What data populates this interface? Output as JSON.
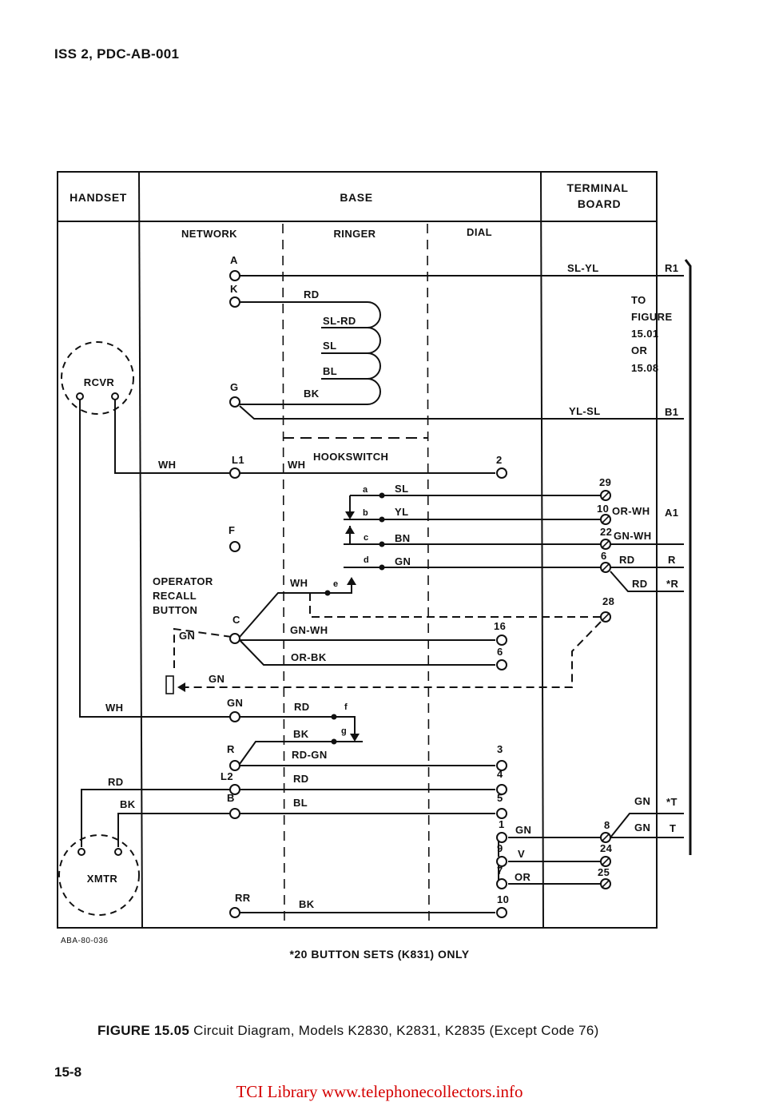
{
  "header": {
    "doc_id": "ISS 2, PDC-AB-001"
  },
  "sections": {
    "handset": "HANDSET",
    "base": "BASE",
    "terminal_line1": "TERMINAL",
    "terminal_line2": "BOARD",
    "network": "NETWORK",
    "ringer": "RINGER",
    "dial": "DIAL"
  },
  "components": {
    "rcvr": "RCVR",
    "xmtr": "XMTR",
    "hookswitch": "HOOKSWITCH",
    "operator_line1": "OPERATOR",
    "operator_line2": "RECALL",
    "operator_line3": "BUTTON"
  },
  "network_terminals": {
    "A": "A",
    "K": "K",
    "G": "G",
    "L1": "L1",
    "F": "F",
    "C": "C",
    "GN": "GN",
    "R": "R",
    "L2": "L2",
    "B": "B",
    "RR": "RR"
  },
  "wire_labels": {
    "rd_k": "RD",
    "sl_rd": "SL-RD",
    "sl": "SL",
    "bl": "BL",
    "bk_g": "BK",
    "sl_yl": "SL-YL",
    "yl_sl": "YL-SL",
    "wh_rcvr": "WH",
    "wh_l1": "WH",
    "sw_sl": "SL",
    "sw_yl": "YL",
    "sw_bn": "BN",
    "sw_gn": "GN",
    "sw_wh": "WH",
    "gn_c": "GN",
    "gn_wh": "GN-WH",
    "or_bk": "OR-BK",
    "gn_arrow": "GN",
    "wh_gn": "WH",
    "rd_f": "RD",
    "bk_g2": "BK",
    "rd_gn": "RD-GN",
    "rd_xmtr": "RD",
    "rd_l2": "RD",
    "bk_xmtr": "BK",
    "bl_b": "BL",
    "bk_rr": "BK",
    "tb_or_wh": "OR-WH",
    "tb_gn_wh": "GN-WH",
    "tb_rd1": "RD",
    "tb_rd2": "RD",
    "tb_gn1": "GN",
    "tb_gn2": "GN",
    "tb_gn3": "GN",
    "tb_v": "V",
    "tb_or": "OR"
  },
  "switch_contacts": {
    "a": "a",
    "b": "b",
    "c": "c",
    "d": "d",
    "e": "e",
    "f": "f",
    "g": "g"
  },
  "dial_terminals": {
    "t2": "2",
    "t16": "16",
    "t6": "6",
    "t3": "3",
    "t4": "4",
    "t5": "5",
    "t1": "1",
    "t9": "9",
    "t7": "7",
    "t10": "10"
  },
  "terminal_board": {
    "t29": "29",
    "t10": "10",
    "t22": "22",
    "t6": "6",
    "t28": "28",
    "t8": "8",
    "t24": "24",
    "t25": "25"
  },
  "right_terminals": {
    "R1": "R1",
    "B1": "B1",
    "A1": "A1",
    "R": "R",
    "sR": "*R",
    "sT": "*T",
    "T": "T"
  },
  "to_figure": {
    "l1": "TO",
    "l2": "FIGURE",
    "l3": "15.01",
    "l4": "OR",
    "l5": "15.08"
  },
  "drawing_code": "ABA-80-036",
  "footnote": "*20 BUTTON SETS (K831) ONLY",
  "caption": {
    "figure": "FIGURE 15.05",
    "text": "Circuit Diagram, Models K2830, K2831, K2835 (Except Code 76)"
  },
  "page_number": "15-8",
  "footer": "TCI Library  www.telephonecollectors.info"
}
